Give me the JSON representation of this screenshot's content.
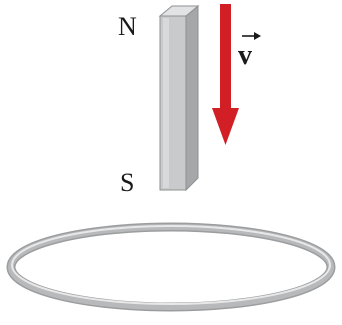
{
  "magnet": {
    "north_label": "N",
    "south_label": "S",
    "colors": {
      "front": "#c9cacb",
      "side": "#a6a7a9",
      "top": "#e2e3e4",
      "edge": "#8e9092"
    }
  },
  "velocity": {
    "label": "v",
    "label_has_vector_arrow": true,
    "direction": "down",
    "color": "#d11f25"
  },
  "loop": {
    "shape": "ring",
    "color": "#b8b9bb",
    "highlight": "#e8e8e9"
  }
}
